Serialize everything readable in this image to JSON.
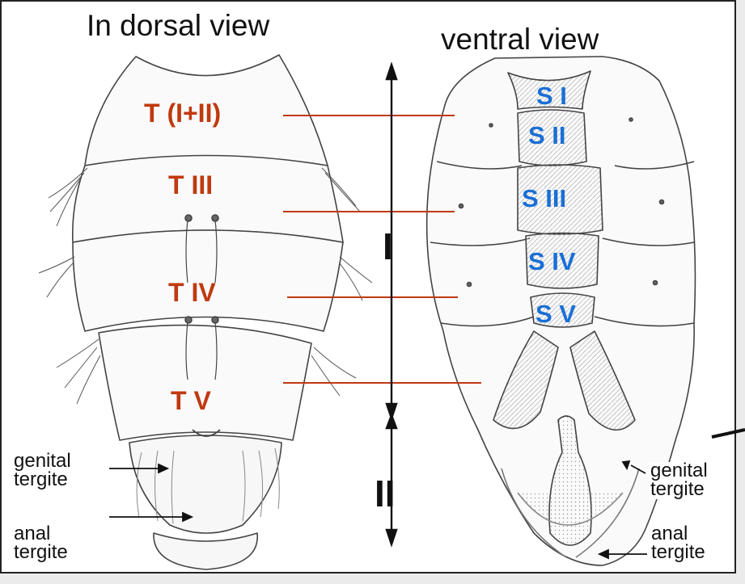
{
  "titles": {
    "dorsal": "In dorsal view",
    "ventral": "ventral view"
  },
  "tergites": [
    "T (I+II)",
    "T III",
    "T IV",
    "T V"
  ],
  "sternites": [
    "S I",
    "S II",
    "S III",
    "S IV",
    "S V"
  ],
  "regions": [
    "I",
    "II"
  ],
  "labels_dorsal": {
    "genital": [
      "genital",
      "tergite"
    ],
    "anal": [
      "anal",
      "tergite"
    ]
  },
  "labels_ventral": {
    "genital": [
      "genital",
      "tergite"
    ],
    "anal": [
      "anal",
      "tergite"
    ]
  },
  "colors": {
    "tergite_label": "#c0390f",
    "sternite_label": "#1a6fd6",
    "leader_line": "#c0390f",
    "ink": "#444444"
  }
}
